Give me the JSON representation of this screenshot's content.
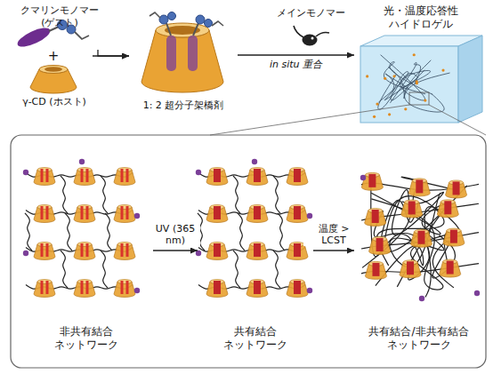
{
  "diagram": {
    "nodes": [
      {
        "text": [
          "クマリンモノマー (ゲスト)"
        ]
      },
      {
        "text": [
          "γ-CD (ホスト)"
        ]
      },
      {
        "text": [
          "1: 2 超分子架橋剤"
        ]
      },
      {
        "text": [
          "光・温度応答性 ハイドロゲル"
        ]
      },
      {
        "text": [
          "非共有結合 ネットワーク"
        ]
      },
      {
        "text": [
          "共有結合 ネットワーク"
        ]
      },
      {
        "text": [
          "共有結合/非共有結合 ネットワーク"
        ]
      }
    ],
    "edges": [
      {
        "from": 0,
        "to": 2,
        "arrow": "to"
      },
      {
        "from": 1,
        "to": 2,
        "arrow": "to"
      },
      {
        "from": 2,
        "to": 3,
        "label": "in situ 重合",
        "arrow": "to"
      },
      {
        "from": 4,
        "to": 5,
        "label": "UV (365 nm)",
        "arrow": "to"
      },
      {
        "from": 5,
        "to": 6,
        "label": "温度 > LCST",
        "arrow": "to"
      }
    ],
    "labels": [
      "+",
      "メインモノマー"
    ]
  }
}
